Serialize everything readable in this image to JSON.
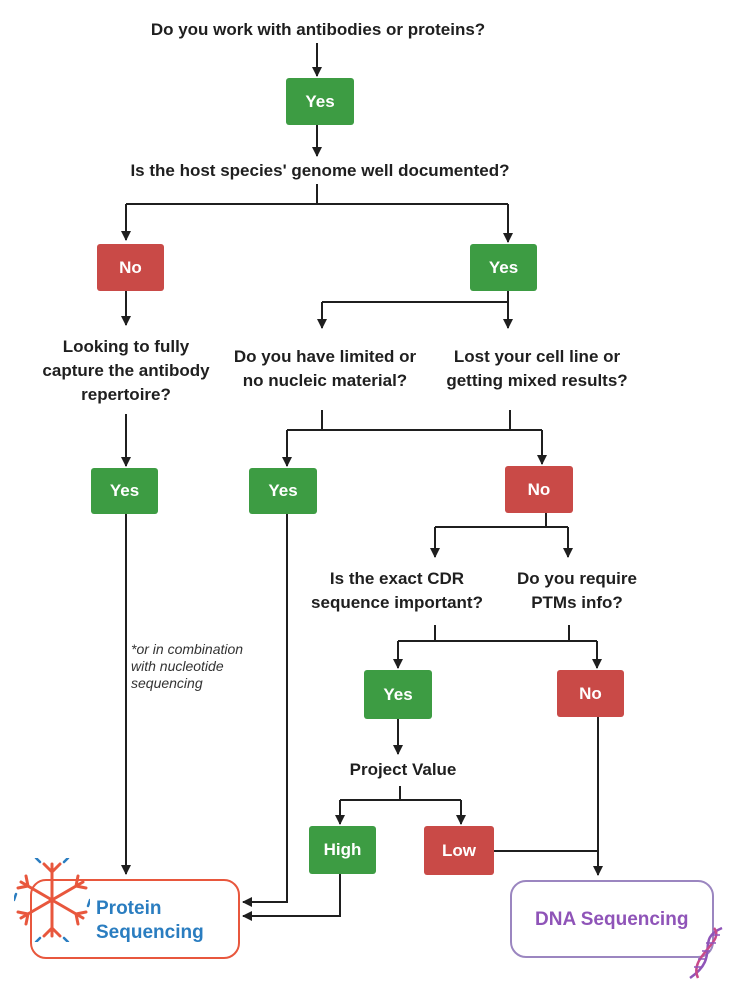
{
  "questions": {
    "q1": "Do you work with antibodies or proteins?",
    "q2": "Is the host species' genome well documented?",
    "q3": [
      "Looking to fully",
      "capture the antibody",
      "repertoire?"
    ],
    "q4": [
      "Do you have limited or",
      "no nucleic material?"
    ],
    "q5": [
      "Lost your cell line or",
      "getting mixed results?"
    ],
    "q6": [
      "Is the exact CDR",
      "sequence important?"
    ],
    "q7": [
      "Do you require",
      "PTMs info?"
    ],
    "q8": "Project Value"
  },
  "boxes": {
    "yes_1": "Yes",
    "no_genome": "No",
    "yes_genome": "Yes",
    "yes_repertoire": "Yes",
    "yes_nucleic": "Yes",
    "no_merged": "No",
    "yes_cdr": "Yes",
    "no_ptm": "No",
    "high": "High",
    "low": "Low"
  },
  "note": [
    "*or in combination",
    "with nucleotide",
    "sequencing"
  ],
  "outcomes": {
    "protein": [
      "Protein",
      "Sequencing"
    ],
    "dna": "DNA Sequencing"
  },
  "colors": {
    "yes": "#3d9c43",
    "no": "#c94a47",
    "protein_border": "#e8573d",
    "protein_text": "#2a7dc0",
    "dna_border": "#9b86c0",
    "dna_text": "#8f54b8"
  }
}
